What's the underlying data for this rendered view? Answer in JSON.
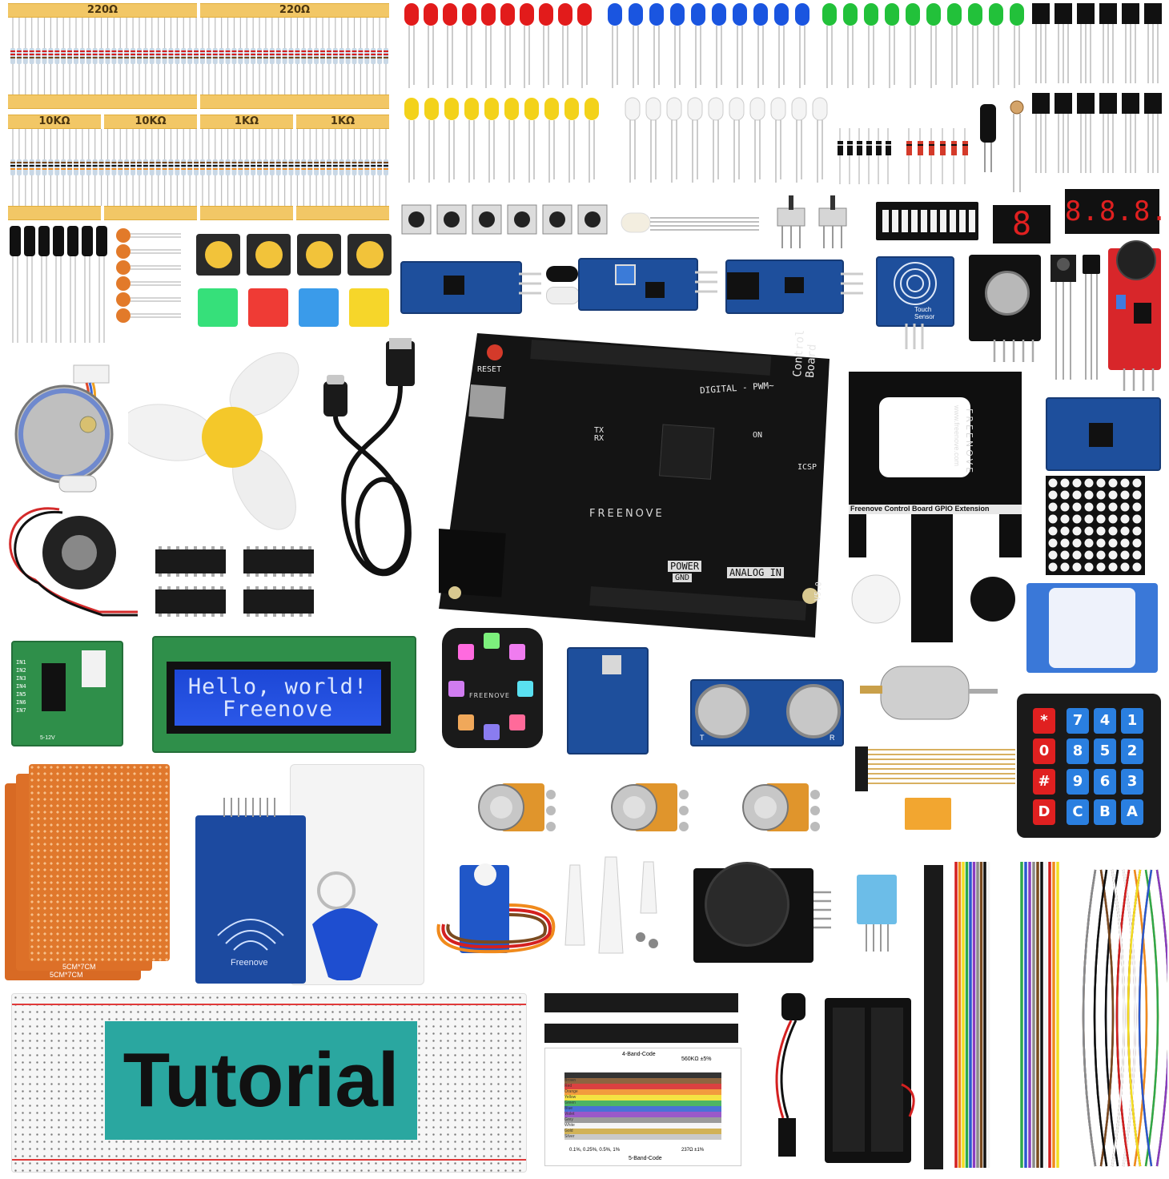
{
  "resistor_labels": {
    "r220_left": "220Ω",
    "r220_right": "220Ω",
    "r10k_a": "10KΩ",
    "r10k_b": "10KΩ",
    "r1k_a": "1KΩ",
    "r1k_b": "1KΩ"
  },
  "board": {
    "brand": "FREENOVE",
    "name": "Control Board",
    "reset": "RESET",
    "digital": "DIGITAL - PWM~",
    "power": "POWER",
    "analog": "ANALOG IN",
    "gnd": "GND",
    "icsp": "ICSP",
    "on": "ON",
    "version": "V5.0",
    "tx": "TX",
    "rx": "RX"
  },
  "extension": {
    "title": "Freenove Control Board GPIO Extension",
    "url": "www.freenove.com",
    "brand": "FREENOVE"
  },
  "lcd": {
    "line1": "Hello, world!",
    "line2": "Freenove"
  },
  "rgb_ring_brand": "FREENOVE",
  "rfid_brand": "Freenove",
  "seven_segment_4": "8.8.8.8",
  "seven_segment_1": "8",
  "keypad": [
    "*",
    "7",
    "4",
    "1",
    "0",
    "8",
    "5",
    "2",
    "#",
    "9",
    "6",
    "3",
    "D",
    "C",
    "B",
    "A"
  ],
  "proto_board_labels": [
    "5CM*7CM",
    "5CM*7CM"
  ],
  "tutorial": "Tutorial",
  "touch_sensor": "Touch Sensor",
  "ultrasonic_pins": [
    "T",
    "R"
  ],
  "driver_labels": [
    "IN1",
    "IN2",
    "IN3",
    "IN4",
    "IN5",
    "IN6",
    "IN7"
  ],
  "stepper_voltage": "5-12V",
  "resistor_chart": {
    "header_4band": "4-Band-Code",
    "header_5band": "5-Band-Code",
    "sample": "560KΩ ±5%",
    "sample2": "237Ω ±1%",
    "tolerances": "0.1%, 0.25%, 0.5%, 1%",
    "colors": [
      "Black",
      "Brown",
      "Red",
      "Orange",
      "Yellow",
      "Green",
      "Blue",
      "Violet",
      "Grey",
      "White",
      "Gold",
      "Silver"
    ],
    "color_hex": [
      "#111111",
      "#7a4a1f",
      "#d42020",
      "#f08a1c",
      "#f2de22",
      "#2fa84a",
      "#2a58d0",
      "#8a3cc0",
      "#8a8a8a",
      "#f4f4f4",
      "#c9a53a",
      "#c0c0c0"
    ]
  },
  "colors": {
    "led_red": "#e21b1b",
    "led_blue": "#1a55e0",
    "led_green": "#22c13a",
    "led_yellow": "#f3d21a",
    "tape": "#f2c766",
    "pcb_blue": "#1e4f9c",
    "board_black": "#151515",
    "proto_orange": "#e0782c",
    "breadboard_label_bg": "#2aa7a0"
  }
}
